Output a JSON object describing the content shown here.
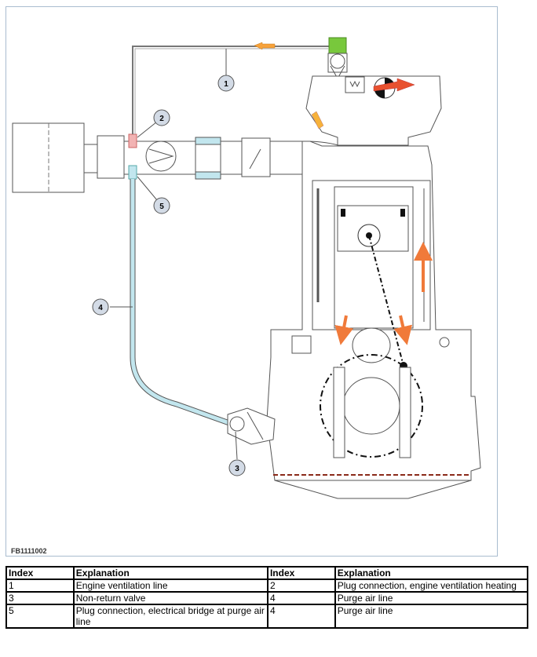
{
  "figure_code": "FB1111002",
  "callouts": [
    "1",
    "2",
    "3",
    "4",
    "5"
  ],
  "colors": {
    "purge_line": "#c2e6ee",
    "vent_connector": "#f2b3b3",
    "check_valve_top": "#78c83c",
    "flow_arrow": "#f07a3a",
    "oil_level": "#8b2a1a",
    "callout_fill": "#d3dbe6"
  },
  "legend": {
    "headers": [
      "Index",
      "Explanation",
      "Index",
      "Explanation"
    ],
    "rows": [
      [
        "1",
        "Engine ventilation line",
        "2",
        "Plug connection, engine ventilation heating"
      ],
      [
        "3",
        "Non-return valve",
        "4",
        "Purge air line"
      ],
      [
        "5",
        "Plug connection, electrical bridge at purge air line",
        "4",
        "Purge air line"
      ]
    ]
  }
}
